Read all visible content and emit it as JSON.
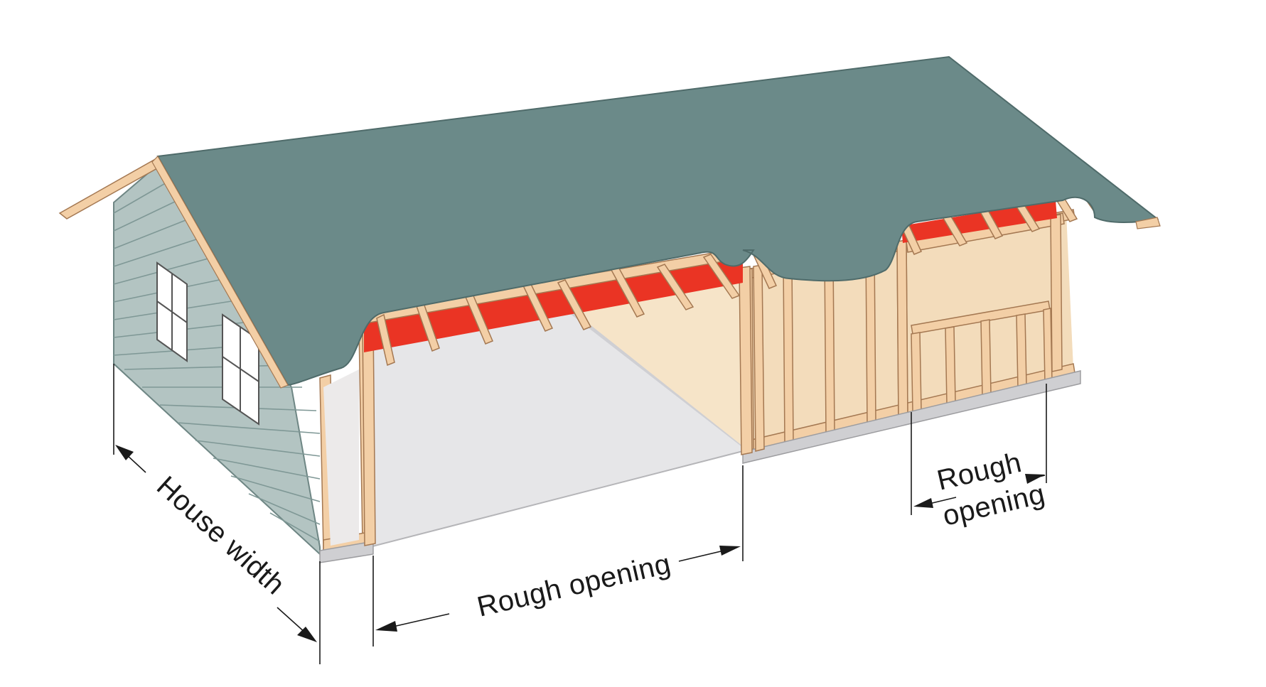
{
  "diagram": {
    "labels": {
      "house_width": "House width",
      "rough_opening_garage": "Rough opening",
      "rough_opening_window_line1": "Rough",
      "rough_opening_window_line2": "opening"
    },
    "colors": {
      "roof": "#6b8a89",
      "roof_edge": "#4f6b6a",
      "siding": "#b3c4c2",
      "siding_line": "#7f9896",
      "wood": "#f3cfa6",
      "wood_edge": "#a47852",
      "header": "#ea3424",
      "interior_wall": "#f6e4c8",
      "floor": "#e6e6e8",
      "foundation": "#cfcfd2",
      "window_glass": "#ffffff",
      "dimension_line": "#1a1a1a"
    }
  }
}
